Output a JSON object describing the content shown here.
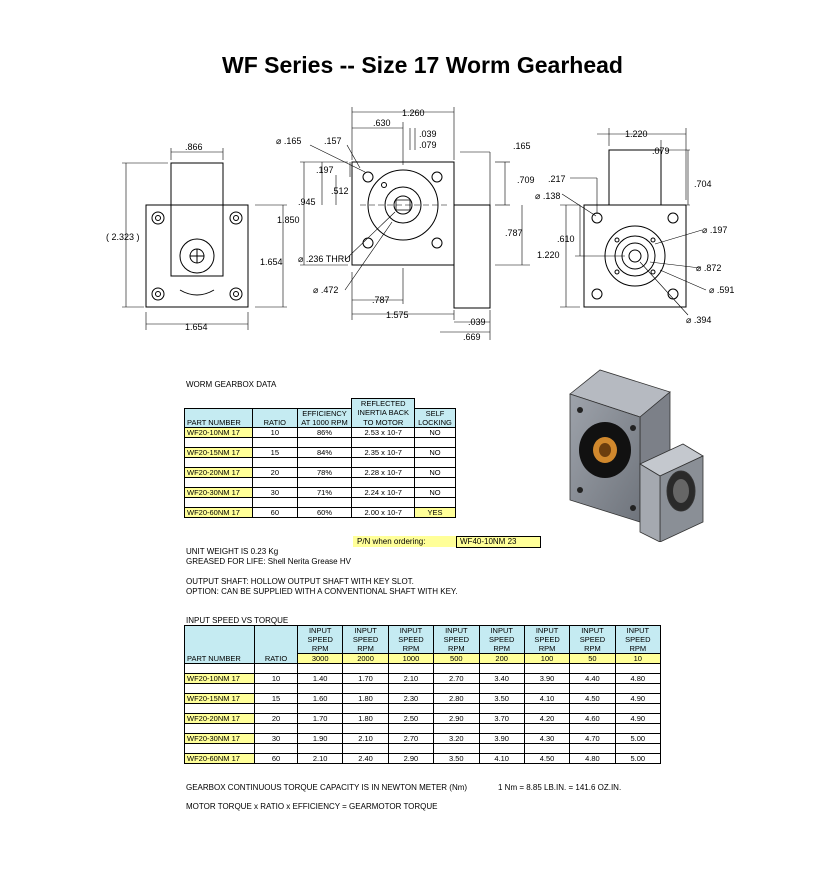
{
  "title": "WF Series -- Size 17 Worm Gearhead",
  "drawing": {
    "dims": {
      "d866": ".866",
      "d2323": "( 2.323 )",
      "d1654a": "1.654",
      "d1654b": "1.654",
      "d1260": "1.260",
      "d630": ".630",
      "d039a": ".039",
      "d079a": ".079",
      "d165a": "⌀ .165",
      "d157": ".157",
      "d165b": ".165",
      "d197a": ".197",
      "d512": ".512",
      "d945": ".945",
      "d1850": "1.850",
      "d709": ".709",
      "d787a": ".787",
      "d236": "⌀ .236 THRU",
      "d472": "⌀ .472",
      "d787b": ".787",
      "d1575": "1.575",
      "d039b": ".039",
      "d669": ".669",
      "d1220a": "1.220",
      "d079b": ".079",
      "d704": ".704",
      "d217": ".217",
      "d138": "⌀ .138",
      "d610": ".610",
      "d1220b": "1.220",
      "d197b": "⌀ .197",
      "d872": "⌀ .872",
      "d591": "⌀ .591",
      "d394": "⌀ .394"
    }
  },
  "gearbox": {
    "heading": "WORM GEARBOX DATA",
    "cols": {
      "part": "PART NUMBER",
      "ratio": "RATIO",
      "eff1": "EFFICIENCY",
      "eff2": "AT 1000 RPM",
      "ref1": "REFLECTED",
      "ref2": "INERTIA BACK",
      "ref3": "TO MOTOR",
      "self1": "SELF",
      "self2": "LOCKING"
    },
    "rows": [
      {
        "part": "WF20-10NM 17",
        "ratio": "10",
        "eff": "86%",
        "inertia": "2.53 x 10-7",
        "lock": "NO"
      },
      {
        "part": "WF20-15NM 17",
        "ratio": "15",
        "eff": "84%",
        "inertia": "2.35 x 10-7",
        "lock": "NO"
      },
      {
        "part": "WF20-20NM 17",
        "ratio": "20",
        "eff": "78%",
        "inertia": "2.28 x 10-7",
        "lock": "NO"
      },
      {
        "part": "WF20-30NM 17",
        "ratio": "30",
        "eff": "71%",
        "inertia": "2.24 x 10-7",
        "lock": "NO"
      },
      {
        "part": "WF20-60NM 17",
        "ratio": "60",
        "eff": "60%",
        "inertia": "2.00 x 10-7",
        "lock": "YES"
      }
    ],
    "pn_label": "P/N when ordering:",
    "pn_value": "WF40-10NM 23"
  },
  "notes": {
    "weight": "UNIT WEIGHT IS 0.23 Kg",
    "grease": "GREASED FOR LIFE: Shell Nerita Grease HV",
    "shaft": "OUTPUT SHAFT:  HOLLOW OUTPUT SHAFT WITH KEY SLOT.",
    "option": "OPTION: CAN BE SUPPLIED WITH A CONVENTIONAL SHAFT WITH KEY."
  },
  "torque": {
    "heading": "INPUT SPEED VS TORQUE",
    "col_part": "PART NUMBER",
    "col_ratio": "RATIO",
    "speed_l1": "INPUT",
    "speed_l2": "SPEED",
    "speed_l3": "RPM",
    "speeds": [
      "3000",
      "2000",
      "1000",
      "500",
      "200",
      "100",
      "50",
      "10"
    ],
    "rows": [
      {
        "part": "WF20-10NM 17",
        "ratio": "10",
        "vals": [
          "1.40",
          "1.70",
          "2.10",
          "2.70",
          "3.40",
          "3.90",
          "4.40",
          "4.80"
        ]
      },
      {
        "part": "WF20-15NM 17",
        "ratio": "15",
        "vals": [
          "1.60",
          "1.80",
          "2.30",
          "2.80",
          "3.50",
          "4.10",
          "4.50",
          "4.90"
        ]
      },
      {
        "part": "WF20-20NM 17",
        "ratio": "20",
        "vals": [
          "1.70",
          "1.80",
          "2.50",
          "2.90",
          "3.70",
          "4.20",
          "4.60",
          "4.90"
        ]
      },
      {
        "part": "WF20-30NM 17",
        "ratio": "30",
        "vals": [
          "1.90",
          "2.10",
          "2.70",
          "3.20",
          "3.90",
          "4.30",
          "4.70",
          "5.00"
        ]
      },
      {
        "part": "WF20-60NM 17",
        "ratio": "60",
        "vals": [
          "2.10",
          "2.40",
          "2.90",
          "3.50",
          "4.10",
          "4.50",
          "4.80",
          "5.00"
        ]
      }
    ]
  },
  "footer": {
    "capacity": "GEARBOX CONTINUOUS TORQUE CAPACITY IS IN NEWTON METER (Nm)",
    "conversion": "1 Nm = 8.85 LB.IN. = 141.6 OZ.IN.",
    "formula": "MOTOR TORQUE x RATIO x EFFICIENCY = GEARMOTOR TORQUE"
  }
}
